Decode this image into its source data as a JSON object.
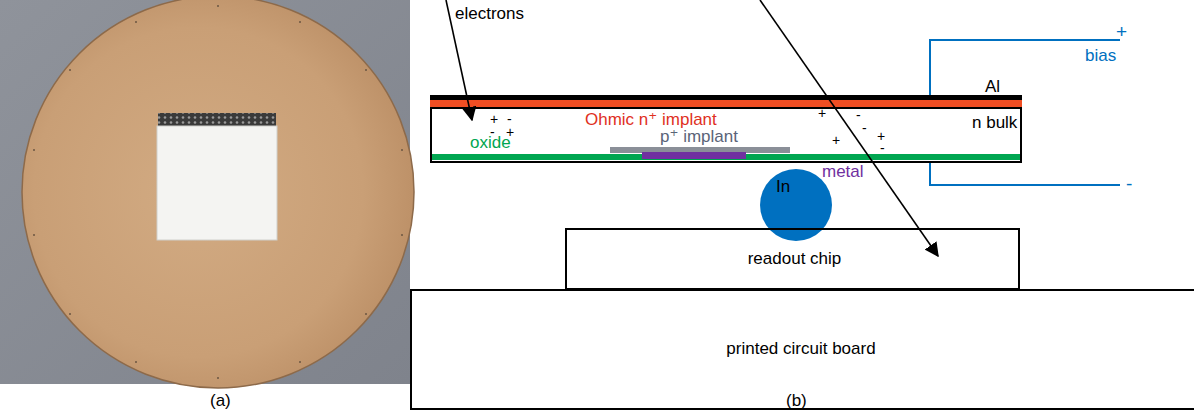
{
  "diagram": {
    "nodes": [
      {
        "text": [
          "n bulk"
        ]
      },
      {
        "text": [
          "In"
        ]
      },
      {
        "text": [
          "readout chip"
        ]
      },
      {
        "text": [
          "printed circuit board"
        ]
      }
    ],
    "labels": [
      "electrons",
      "Al",
      "bias",
      "+",
      "-",
      "Ohmic n⁺ implant",
      "oxide",
      "p⁺ implant",
      "metal",
      "+",
      "-",
      "-",
      "+",
      "+",
      "-",
      "-",
      "+",
      "+",
      "-",
      "(a)",
      "(b)"
    ]
  }
}
